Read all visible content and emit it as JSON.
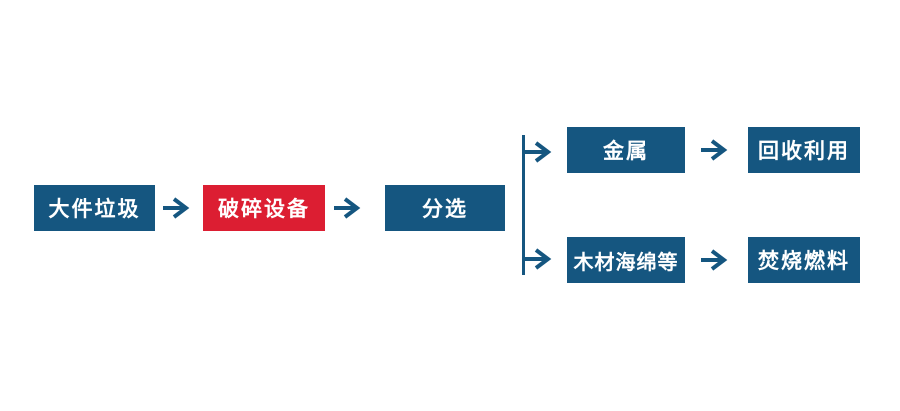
{
  "flowchart": {
    "colors": {
      "node_blue": "#155680",
      "node_red": "#DC1E32",
      "arrow_blue": "#155680",
      "label_text": "#FFFFFF",
      "background": "#FFFFFF"
    },
    "main_flow": [
      {
        "label": "大件垃圾"
      },
      {
        "label": "破碎设备"
      },
      {
        "label": "分选"
      }
    ],
    "branches": [
      {
        "steps": [
          {
            "label": "金属"
          },
          {
            "label": "回收利用"
          }
        ]
      },
      {
        "steps": [
          {
            "label": "木材海绵等"
          },
          {
            "label": "焚烧燃料"
          }
        ]
      }
    ]
  }
}
